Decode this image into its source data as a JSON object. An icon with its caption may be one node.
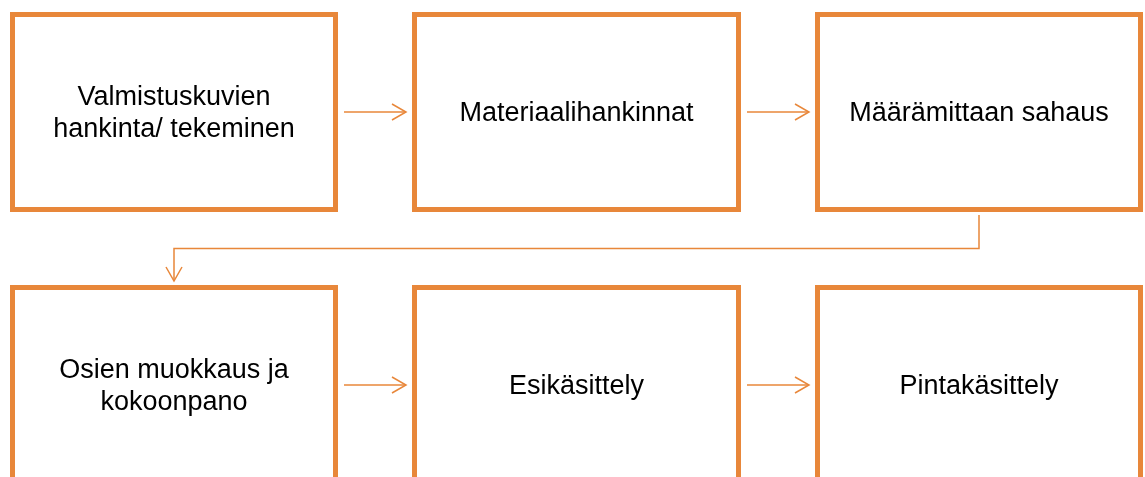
{
  "diagram": {
    "nodes": [
      {
        "text": [
          "Valmistuskuvien hankinta/ tekeminen"
        ]
      },
      {
        "text": [
          "Materiaalihankinnat"
        ]
      },
      {
        "text": [
          "Määrämittaan sahaus"
        ]
      },
      {
        "text": [
          "Osien muokkaus ja kokoonpano"
        ]
      },
      {
        "text": [
          "Esikäsittely"
        ]
      },
      {
        "text": [
          "Pintakäsittely"
        ]
      }
    ],
    "edges": [
      {
        "from": 0,
        "to": 1,
        "arrow": "to"
      },
      {
        "from": 1,
        "to": 2,
        "arrow": "to"
      },
      {
        "from": 2,
        "to": 3,
        "arrow": "to"
      },
      {
        "from": 3,
        "to": 4,
        "arrow": "to"
      },
      {
        "from": 4,
        "to": 5,
        "arrow": "to"
      }
    ]
  }
}
